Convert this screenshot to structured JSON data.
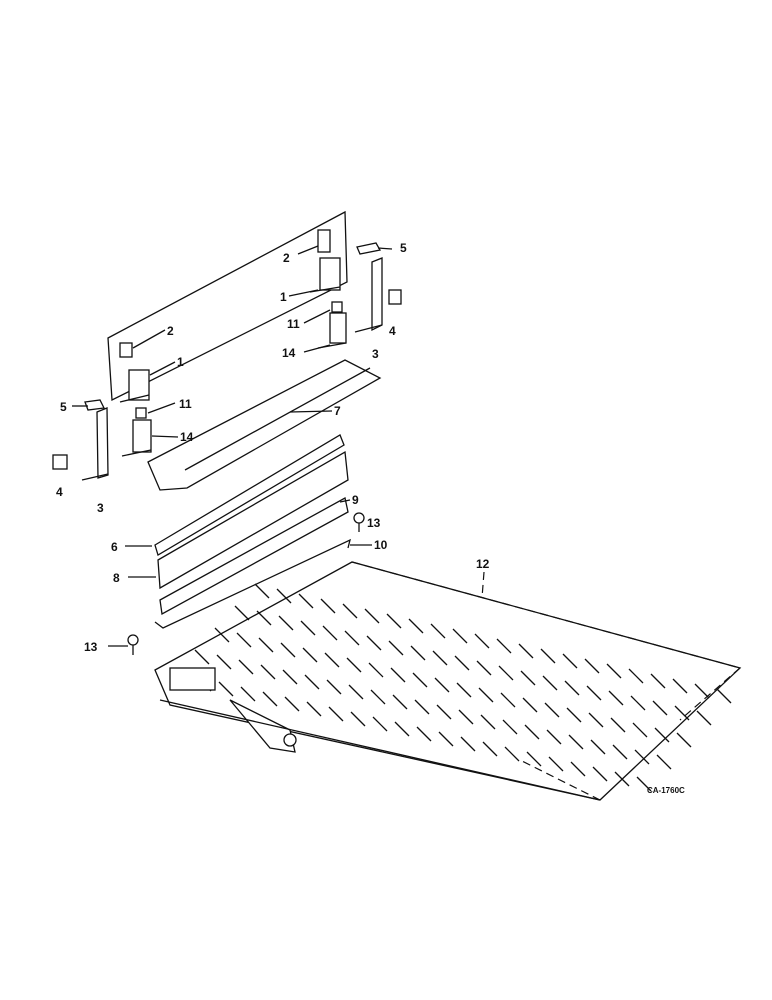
{
  "diagram": {
    "callouts": {
      "c1a": "1",
      "c1b": "1",
      "c2a": "2",
      "c2b": "2",
      "c3a": "3",
      "c3b": "3",
      "c4a": "4",
      "c4b": "4",
      "c5a": "5",
      "c5b": "5",
      "c6": "6",
      "c7": "7",
      "c8": "8",
      "c9": "9",
      "c10": "10",
      "c11a": "11",
      "c11b": "11",
      "c12": "12",
      "c13a": "13",
      "c13b": "13",
      "c14a": "14",
      "c14b": "14"
    },
    "drawing_code": "CA-1760C",
    "line_color": "#111111"
  }
}
